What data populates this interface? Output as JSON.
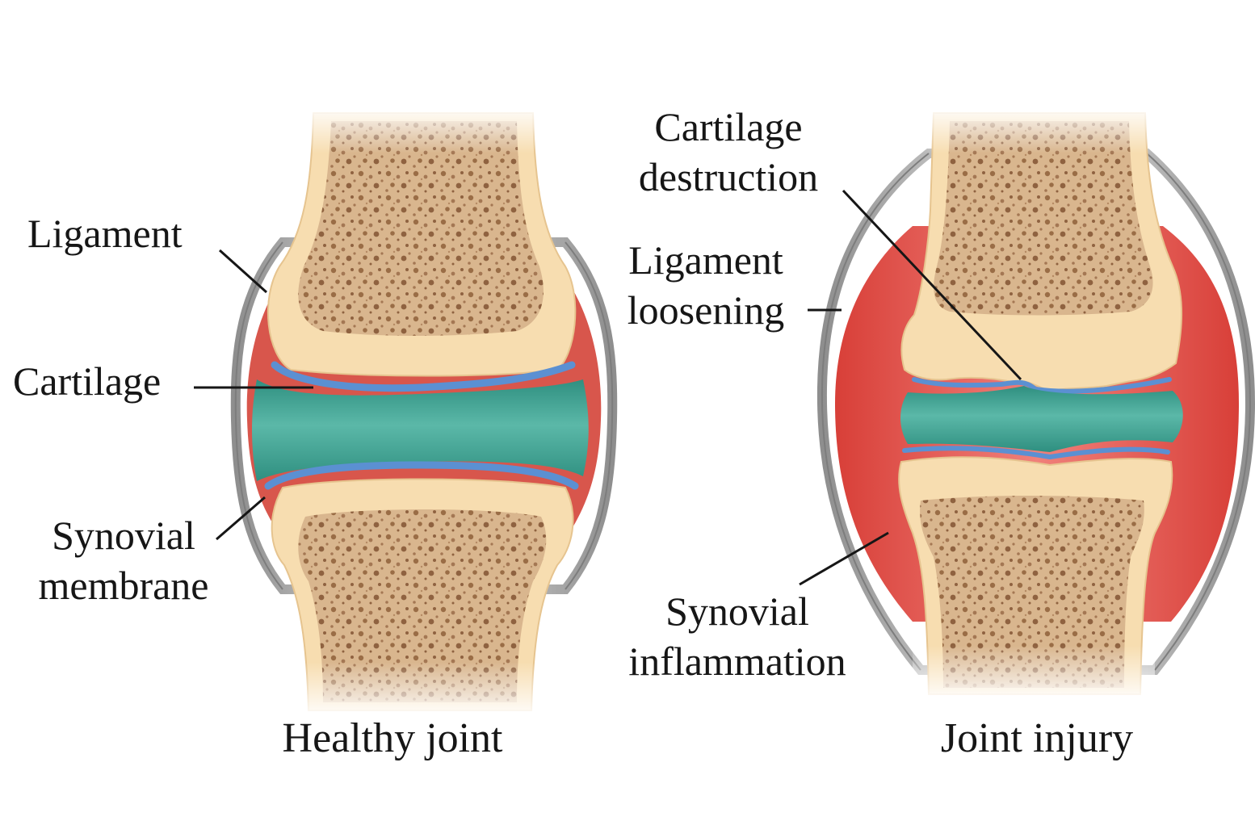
{
  "colors": {
    "bone_outer": "#f7ddb0",
    "bone_inner": "#d7b48b",
    "bone_pores": "#9a6d46",
    "cartilage": "#5b90d2",
    "synovial_fluid": "#3fa695",
    "synovial_fluid_light": "#7cc9bb",
    "synovial_membrane": "#d8564c",
    "inflammation": "#e5564b",
    "ligament": "#b9b9b9",
    "leader_line": "#161616"
  },
  "healthy": {
    "caption": "Healthy joint",
    "labels": {
      "ligament": "Ligament",
      "cartilage": "Cartilage",
      "synovial_line1": "Synovial",
      "synovial_line2": "membrane"
    }
  },
  "injury": {
    "caption": "Joint injury",
    "labels": {
      "cartilage_line1": "Cartilage",
      "cartilage_line2": "destruction",
      "ligament_line1": "Ligament",
      "ligament_line2": "loosening",
      "synovial_line1": "Synovial",
      "synovial_line2": "inflammation"
    }
  }
}
